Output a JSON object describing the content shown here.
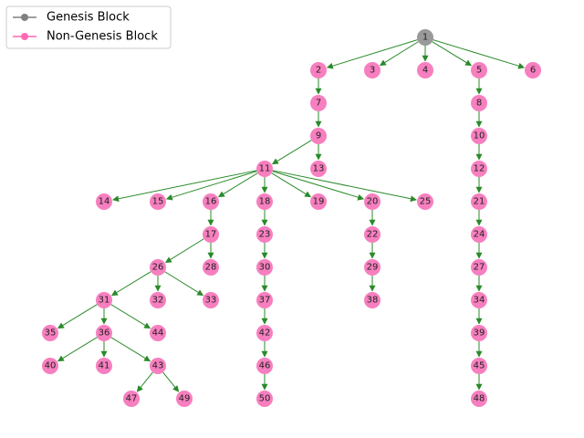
{
  "legend": {
    "items": [
      {
        "label": "Genesis Block",
        "color": "#808080"
      },
      {
        "label": "Non-Genesis Block",
        "color": "#ff69b4"
      }
    ]
  },
  "colors": {
    "genesis": "#999999",
    "node": "#f77fbf",
    "edge": "#2a8a2a"
  },
  "nodes": [
    {
      "id": "1",
      "genesis": true
    },
    {
      "id": "2"
    },
    {
      "id": "3"
    },
    {
      "id": "4"
    },
    {
      "id": "5"
    },
    {
      "id": "6"
    },
    {
      "id": "7"
    },
    {
      "id": "8"
    },
    {
      "id": "9"
    },
    {
      "id": "10"
    },
    {
      "id": "11"
    },
    {
      "id": "12"
    },
    {
      "id": "13"
    },
    {
      "id": "14"
    },
    {
      "id": "15"
    },
    {
      "id": "16"
    },
    {
      "id": "17"
    },
    {
      "id": "18"
    },
    {
      "id": "19"
    },
    {
      "id": "20"
    },
    {
      "id": "21"
    },
    {
      "id": "22"
    },
    {
      "id": "23"
    },
    {
      "id": "24"
    },
    {
      "id": "25"
    },
    {
      "id": "26"
    },
    {
      "id": "27"
    },
    {
      "id": "28"
    },
    {
      "id": "29"
    },
    {
      "id": "30"
    },
    {
      "id": "31"
    },
    {
      "id": "32"
    },
    {
      "id": "33"
    },
    {
      "id": "34"
    },
    {
      "id": "35"
    },
    {
      "id": "36"
    },
    {
      "id": "37"
    },
    {
      "id": "38"
    },
    {
      "id": "39"
    },
    {
      "id": "40"
    },
    {
      "id": "41"
    },
    {
      "id": "42"
    },
    {
      "id": "43"
    },
    {
      "id": "44"
    },
    {
      "id": "45"
    },
    {
      "id": "46"
    },
    {
      "id": "47"
    },
    {
      "id": "48"
    },
    {
      "id": "49"
    },
    {
      "id": "50"
    }
  ],
  "edges": [
    [
      "1",
      "2"
    ],
    [
      "1",
      "3"
    ],
    [
      "1",
      "4"
    ],
    [
      "1",
      "5"
    ],
    [
      "1",
      "6"
    ],
    [
      "2",
      "7"
    ],
    [
      "7",
      "9"
    ],
    [
      "9",
      "11"
    ],
    [
      "9",
      "13"
    ],
    [
      "11",
      "14"
    ],
    [
      "11",
      "15"
    ],
    [
      "11",
      "16"
    ],
    [
      "11",
      "18"
    ],
    [
      "11",
      "19"
    ],
    [
      "11",
      "20"
    ],
    [
      "11",
      "25"
    ],
    [
      "16",
      "17"
    ],
    [
      "17",
      "26"
    ],
    [
      "17",
      "28"
    ],
    [
      "26",
      "31"
    ],
    [
      "26",
      "32"
    ],
    [
      "26",
      "33"
    ],
    [
      "31",
      "35"
    ],
    [
      "31",
      "36"
    ],
    [
      "31",
      "44"
    ],
    [
      "36",
      "40"
    ],
    [
      "36",
      "41"
    ],
    [
      "36",
      "43"
    ],
    [
      "43",
      "47"
    ],
    [
      "43",
      "49"
    ],
    [
      "18",
      "23"
    ],
    [
      "23",
      "30"
    ],
    [
      "30",
      "37"
    ],
    [
      "37",
      "42"
    ],
    [
      "42",
      "46"
    ],
    [
      "46",
      "50"
    ],
    [
      "20",
      "22"
    ],
    [
      "22",
      "29"
    ],
    [
      "29",
      "38"
    ],
    [
      "5",
      "8"
    ],
    [
      "8",
      "10"
    ],
    [
      "10",
      "12"
    ],
    [
      "12",
      "21"
    ],
    [
      "21",
      "24"
    ],
    [
      "24",
      "27"
    ],
    [
      "27",
      "34"
    ],
    [
      "34",
      "39"
    ],
    [
      "39",
      "45"
    ],
    [
      "45",
      "48"
    ]
  ]
}
